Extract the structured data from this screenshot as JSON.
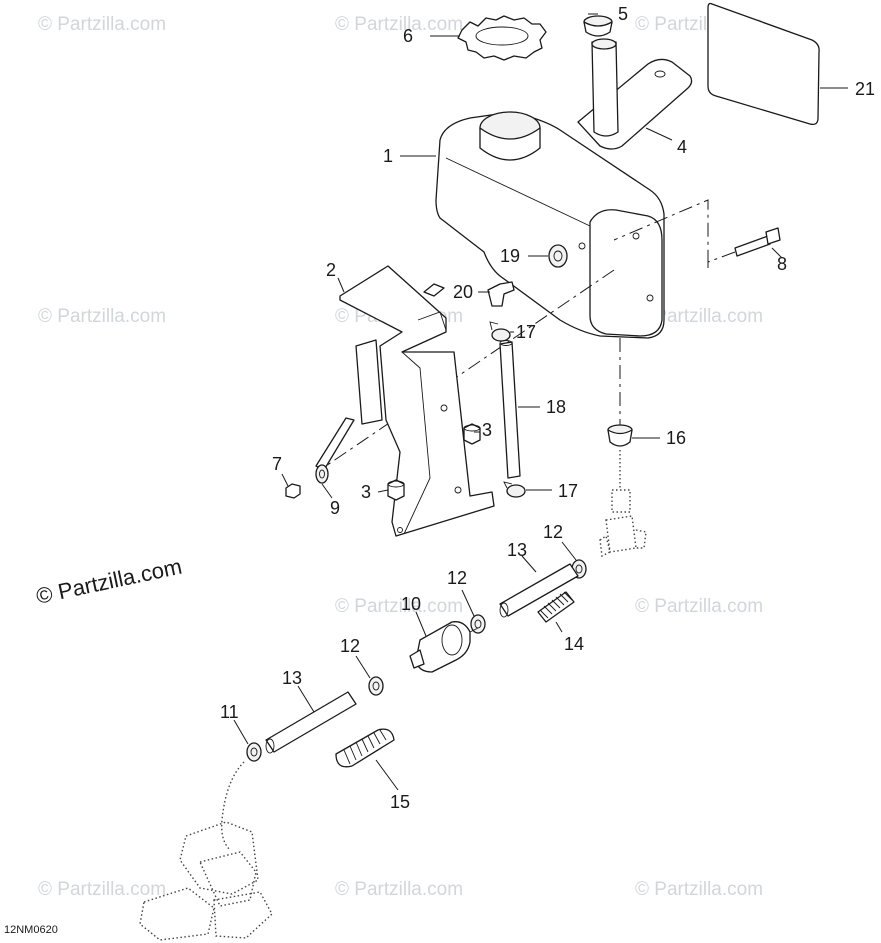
{
  "diagram": {
    "copyright": "© Partzilla.com",
    "drawing_code": "12NM0620",
    "watermark": "© Partzilla.com",
    "callouts": [
      {
        "id": "c1",
        "label": "1"
      },
      {
        "id": "c2",
        "label": "2"
      },
      {
        "id": "c3a",
        "label": "3"
      },
      {
        "id": "c3b",
        "label": "3"
      },
      {
        "id": "c4",
        "label": "4"
      },
      {
        "id": "c5",
        "label": "5"
      },
      {
        "id": "c6",
        "label": "6"
      },
      {
        "id": "c7",
        "label": "7"
      },
      {
        "id": "c8",
        "label": "8"
      },
      {
        "id": "c9",
        "label": "9"
      },
      {
        "id": "c10",
        "label": "10"
      },
      {
        "id": "c11",
        "label": "11"
      },
      {
        "id": "c12a",
        "label": "12"
      },
      {
        "id": "c12b",
        "label": "12"
      },
      {
        "id": "c12c",
        "label": "12"
      },
      {
        "id": "c13a",
        "label": "13"
      },
      {
        "id": "c13b",
        "label": "13"
      },
      {
        "id": "c14",
        "label": "14"
      },
      {
        "id": "c15",
        "label": "15"
      },
      {
        "id": "c16",
        "label": "16"
      },
      {
        "id": "c17a",
        "label": "17"
      },
      {
        "id": "c17b",
        "label": "17"
      },
      {
        "id": "c18",
        "label": "18"
      },
      {
        "id": "c19",
        "label": "19"
      },
      {
        "id": "c20",
        "label": "20"
      },
      {
        "id": "c21",
        "label": "21"
      }
    ]
  }
}
